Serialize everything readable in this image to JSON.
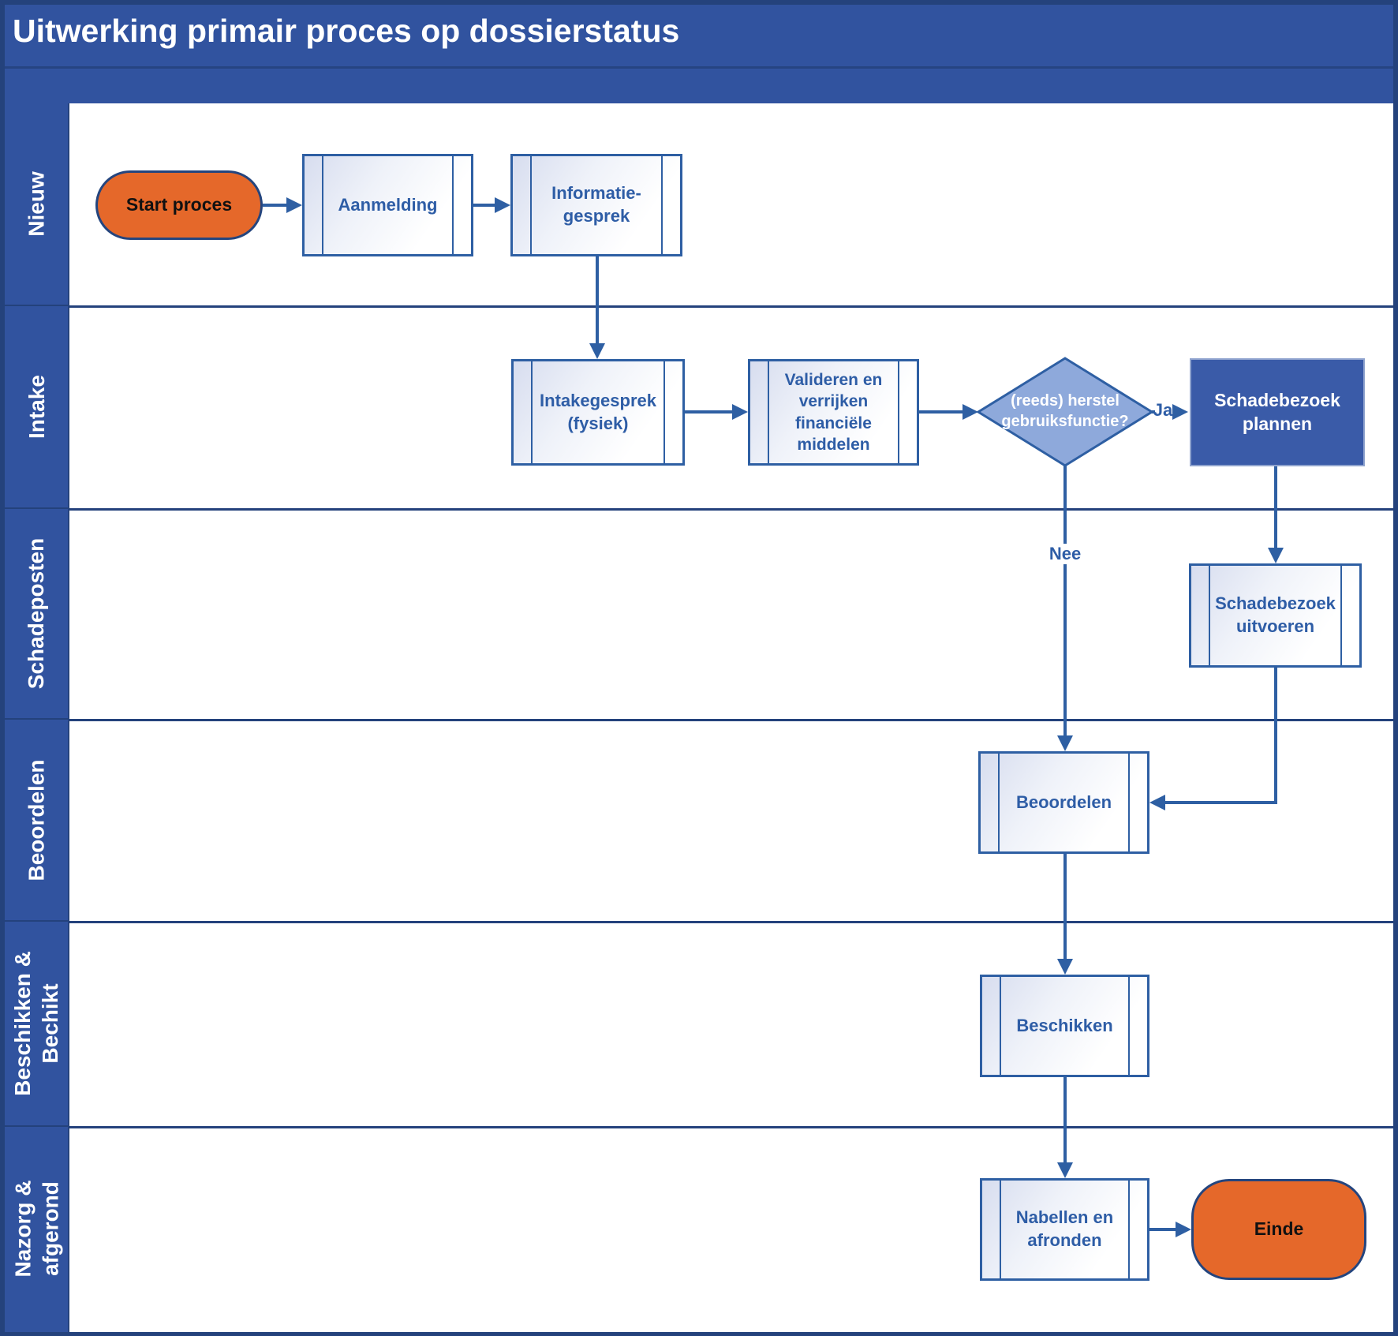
{
  "title": "Uitwerking primair proces op dossierstatus",
  "lanes": [
    {
      "label": "Nieuw"
    },
    {
      "label": "Intake"
    },
    {
      "label": "Schadeposten"
    },
    {
      "label": "Beoordelen"
    },
    {
      "label": "Beschikken &\nBechikt"
    },
    {
      "label": "Nazorg &\nafgerond"
    }
  ],
  "nodes": {
    "start": {
      "label": "Start proces",
      "type": "start-event"
    },
    "aanmelding": {
      "label": "Aanmelding",
      "type": "subprocess"
    },
    "informatiegesprek": {
      "label": "Informatie-\ngesprek",
      "type": "subprocess"
    },
    "intakegesprek": {
      "label": "Intakegesprek\n(fysiek)",
      "type": "subprocess"
    },
    "valideren": {
      "label": "Valideren en\nverrijken\nfinanciële\nmiddelen",
      "type": "subprocess"
    },
    "herstel_beslissing": {
      "label": "(reeds) herstel\ngebruiksfunctie?",
      "type": "decision"
    },
    "schadebezoek_plannen": {
      "label": "Schadebezoek\nplannen",
      "type": "task"
    },
    "schadebezoek_uitvoeren": {
      "label": "Schadebezoek\nuitvoeren",
      "type": "subprocess"
    },
    "beoordelen": {
      "label": "Beoordelen",
      "type": "subprocess"
    },
    "beschikken": {
      "label": "Beschikken",
      "type": "subprocess"
    },
    "nabellen": {
      "label": "Nabellen en\nafronden",
      "type": "subprocess"
    },
    "einde": {
      "label": "Einde",
      "type": "end-event"
    }
  },
  "connector_labels": {
    "ja": "Ja",
    "nee": "Nee"
  },
  "colors": {
    "band_blue": "#31539F",
    "frame_dark": "#24427C",
    "shape_border": "#2E5FA3",
    "shape_text": "#2E5DA6",
    "diamond_fill": "#8EA9DB",
    "task_fill": "#3A5BA8",
    "terminator_fill": "#E5682A",
    "terminator_border": "#24457E",
    "connector": "#2E5FA3",
    "gradient_light": "#D7DDEF"
  }
}
